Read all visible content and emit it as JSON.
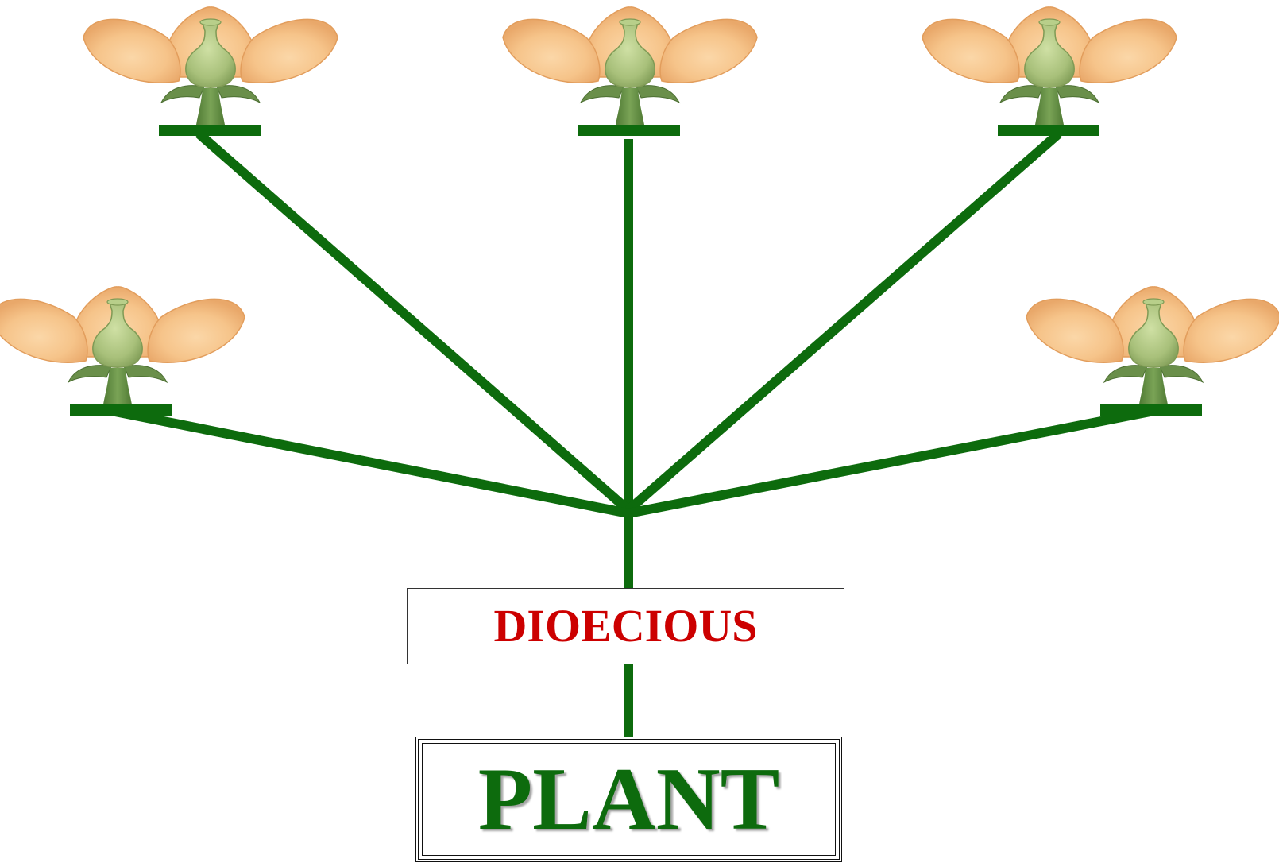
{
  "diagram": {
    "label": "DIOECIOUS",
    "root_label": "PLANT",
    "colors": {
      "stem": "#0d6b0d",
      "label_text": "#cc0000",
      "root_text": "#0d6b0d",
      "petal": "#f6c48a",
      "petal_edge": "#e9a86a",
      "pistil": "#a8c07a",
      "sepal": "#6a8f4a"
    },
    "flowers": [
      {
        "name": "flower-top-left",
        "icon": "flower-icon"
      },
      {
        "name": "flower-top-center",
        "icon": "flower-icon"
      },
      {
        "name": "flower-top-right",
        "icon": "flower-icon"
      },
      {
        "name": "flower-middle-left",
        "icon": "flower-icon"
      },
      {
        "name": "flower-middle-right",
        "icon": "flower-icon"
      }
    ]
  }
}
